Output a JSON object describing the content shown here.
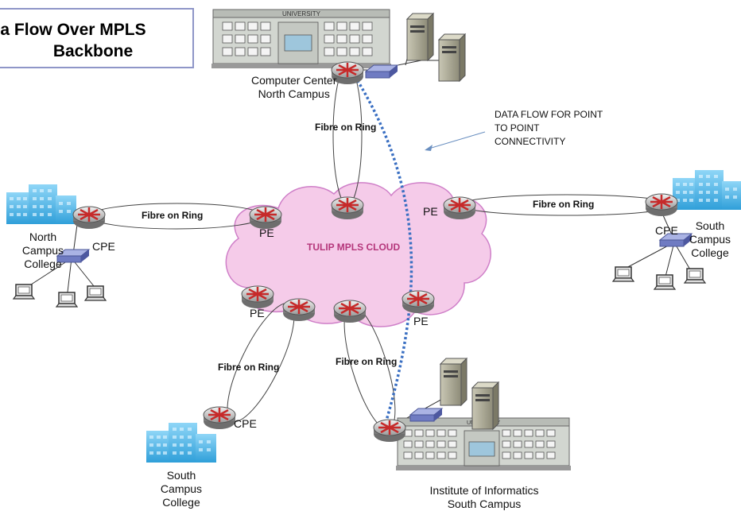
{
  "title": {
    "line1": "a Flow Over MPLS",
    "line2": "Backbone"
  },
  "cloud_label": "TULIP MPLS CLOUD",
  "note": [
    "DATA FLOW FOR POINT",
    "TO POINT",
    "CONNECTIVITY"
  ],
  "buildings": {
    "university_sign": "UNIVERSITY",
    "university_sign_small": "UNIVERSITY"
  },
  "sites": {
    "computer_center": [
      "Computer Center",
      "North Campus"
    ],
    "north_campus_college": [
      "North",
      "Campus",
      "College"
    ],
    "south_campus_college_right": [
      "South",
      "Campus",
      "College"
    ],
    "south_campus_college_bottom": [
      "South",
      "Campus",
      "College"
    ],
    "institute": [
      "Institute of Informatics",
      "South Campus"
    ]
  },
  "link_labels": {
    "top": "Fibre on Ring",
    "left": "Fibre on Ring",
    "right": "Fibre on Ring",
    "bottom_left": "Fibre on Ring",
    "bottom_right": "Fibre on Ring"
  },
  "device_labels": {
    "pe_left": "PE",
    "pe_right": "PE",
    "pe_bottom_left": "PE",
    "pe_bottom_right": "PE",
    "cpe_left": "CPE",
    "cpe_right": "CPE",
    "cpe_bottom": "CPE"
  },
  "colors": {
    "cloud_fill": "#f5cbe9",
    "cloud_stroke": "#cf7fc8",
    "flow_line": "#3a6fc2",
    "router": "#c62a2a",
    "building_blue": "#4fb5e8"
  }
}
